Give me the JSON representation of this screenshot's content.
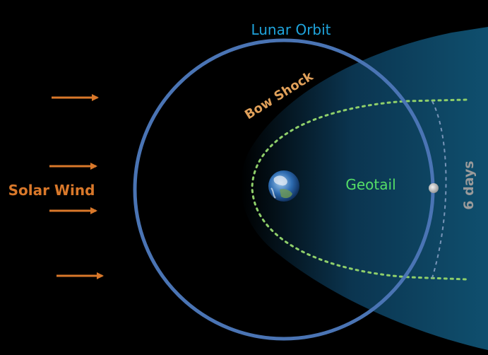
{
  "labels": {
    "lunar_orbit": "Lunar Orbit",
    "bow_shock": "Bow Shock",
    "solar_wind": "Solar Wind",
    "geotail": "Geotail",
    "duration": "6 days"
  },
  "colors": {
    "background": "#000000",
    "lunar_orbit": "#4a74b4",
    "lunar_orbit_label": "#1fa4dc",
    "bow_shock_label": "#e0a05a",
    "solar_wind": "#d9782a",
    "geotail": "#8fcf6a",
    "geotail_label": "#55dd66",
    "magnetosheath": "#0e4a68",
    "duration_label": "#9a9a9a"
  },
  "icons": {
    "earth": "earth-icon",
    "moon": "moon-icon"
  }
}
